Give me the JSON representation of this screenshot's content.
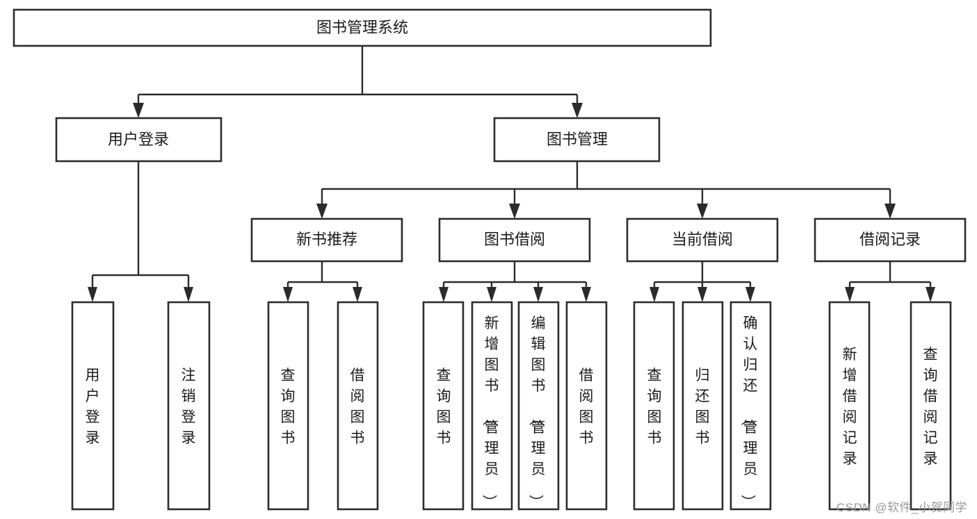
{
  "diagram": {
    "type": "hierarchical-tree",
    "orientation": "top-down",
    "title": "图书管理系统",
    "watermark": "CSDN @软件_小贺同学",
    "style": {
      "box_fill": "#ffffff",
      "box_stroke": "#2b2b2b",
      "text_color": "#1a1a1a",
      "background": "#ffffff",
      "watermark_color": "#9a9a9a"
    },
    "levels": [
      {
        "level": 1,
        "nodes": [
          {
            "id": "root",
            "label": "图书管理系统",
            "orientation": "horizontal"
          }
        ]
      },
      {
        "level": 2,
        "nodes": [
          {
            "id": "login",
            "label": "用户登录",
            "orientation": "horizontal",
            "parent": "root"
          },
          {
            "id": "bookmgmt",
            "label": "图书管理",
            "orientation": "horizontal",
            "parent": "root"
          }
        ]
      },
      {
        "level": 3,
        "nodes": [
          {
            "id": "newbook",
            "label": "新书推荐",
            "orientation": "horizontal",
            "parent": "bookmgmt"
          },
          {
            "id": "borrow",
            "label": "图书借阅",
            "orientation": "horizontal",
            "parent": "bookmgmt"
          },
          {
            "id": "current",
            "label": "当前借阅",
            "orientation": "horizontal",
            "parent": "bookmgmt"
          },
          {
            "id": "records",
            "label": "借阅记录",
            "orientation": "horizontal",
            "parent": "bookmgmt"
          }
        ]
      },
      {
        "level": 4,
        "nodes": [
          {
            "id": "leaf-1",
            "label": "用户登录",
            "orientation": "vertical",
            "parent": "login"
          },
          {
            "id": "leaf-2",
            "label": "注销登录",
            "orientation": "vertical",
            "parent": "login"
          },
          {
            "id": "leaf-3",
            "label": "查询图书",
            "orientation": "vertical",
            "parent": "newbook"
          },
          {
            "id": "leaf-4",
            "label": "借阅图书",
            "orientation": "vertical",
            "parent": "newbook"
          },
          {
            "id": "leaf-5",
            "label": "查询图书",
            "orientation": "vertical",
            "parent": "borrow"
          },
          {
            "id": "leaf-6",
            "label": "新增图书（管理员）",
            "orientation": "vertical",
            "parent": "borrow"
          },
          {
            "id": "leaf-7",
            "label": "编辑图书（管理员）",
            "orientation": "vertical",
            "parent": "borrow"
          },
          {
            "id": "leaf-8",
            "label": "借阅图书",
            "orientation": "vertical",
            "parent": "borrow"
          },
          {
            "id": "leaf-9",
            "label": "查询图书",
            "orientation": "vertical",
            "parent": "current"
          },
          {
            "id": "leaf-10",
            "label": "归还图书",
            "orientation": "vertical",
            "parent": "current"
          },
          {
            "id": "leaf-11",
            "label": "确认归还（管理员）",
            "orientation": "vertical",
            "parent": "current"
          },
          {
            "id": "leaf-12",
            "label": "新增借阅记录",
            "orientation": "vertical",
            "parent": "records"
          },
          {
            "id": "leaf-13",
            "label": "查询借阅记录",
            "orientation": "vertical",
            "parent": "records"
          }
        ]
      }
    ]
  }
}
